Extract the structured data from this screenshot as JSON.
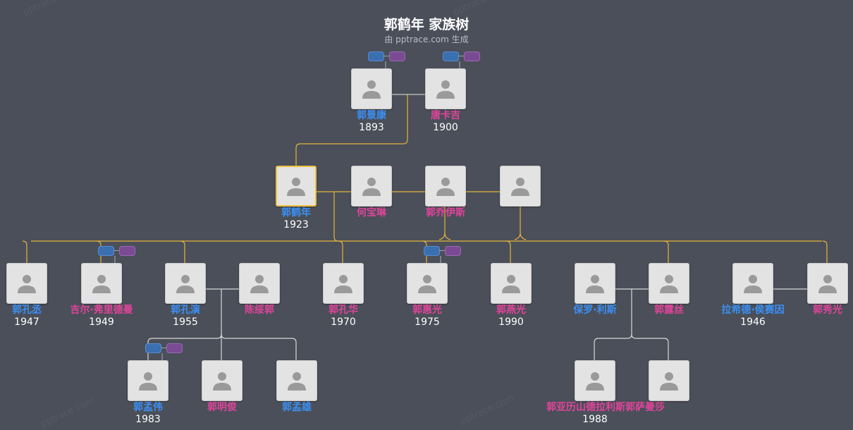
{
  "header": {
    "title": "郭鹤年 家族树",
    "subtitle": "由 pptrace.com 生成"
  },
  "watermark_text": "pptrace.com",
  "colors": {
    "background": "#4a4f59",
    "male": "#3b8ff3",
    "female": "#e0449a",
    "line_main": "#e5b53c",
    "line_secondary": "#d8d8d8",
    "selected_border": "#f0c040"
  },
  "people": [
    {
      "id": "p1",
      "name": "郭景康",
      "year": "1893",
      "gender": "male"
    },
    {
      "id": "p2",
      "name": "唐卡吉",
      "year": "1900",
      "gender": "female"
    },
    {
      "id": "p3",
      "name": "郭鹤年",
      "year": "1923",
      "gender": "male",
      "selected": true
    },
    {
      "id": "p4",
      "name": "何宝琳",
      "year": "",
      "gender": "female"
    },
    {
      "id": "p5",
      "name": "郭乔伊斯",
      "year": "",
      "gender": "female"
    },
    {
      "id": "p6",
      "name": "",
      "year": "",
      "gender": "female"
    },
    {
      "id": "p7",
      "name": "郭孔丞",
      "year": "1947",
      "gender": "male"
    },
    {
      "id": "p8",
      "name": "吉尔·弗里德曼",
      "year": "1949",
      "gender": "female"
    },
    {
      "id": "p9",
      "name": "郭孔演",
      "year": "1955",
      "gender": "male"
    },
    {
      "id": "p10",
      "name": "陈绥郭",
      "year": "",
      "gender": "female"
    },
    {
      "id": "p11",
      "name": "郭孔华",
      "year": "1970",
      "gender": "female"
    },
    {
      "id": "p12",
      "name": "郭惠光",
      "year": "1975",
      "gender": "female"
    },
    {
      "id": "p13",
      "name": "郭燕光",
      "year": "1990",
      "gender": "female"
    },
    {
      "id": "p14",
      "name": "保罗·利斯",
      "year": "",
      "gender": "male"
    },
    {
      "id": "p15",
      "name": "郭露丝",
      "year": "",
      "gender": "female"
    },
    {
      "id": "p16",
      "name": "拉希德·侯赛因",
      "year": "1946",
      "gender": "male"
    },
    {
      "id": "p17",
      "name": "郭秀光",
      "year": "",
      "gender": "female"
    },
    {
      "id": "p18",
      "name": "郭孟伟",
      "year": "1983",
      "gender": "male"
    },
    {
      "id": "p19",
      "name": "郭明俊",
      "year": "",
      "gender": "female"
    },
    {
      "id": "p20",
      "name": "郭孟雄",
      "year": "",
      "gender": "male"
    },
    {
      "id": "p21",
      "name": "郭亚历山德拉",
      "year": "1988",
      "gender": "female"
    },
    {
      "id": "p22",
      "name": "利斯",
      "year": "",
      "gender": "female"
    },
    {
      "id": "p23",
      "name": "郭萨曼莎",
      "year": "",
      "gender": "female"
    }
  ]
}
